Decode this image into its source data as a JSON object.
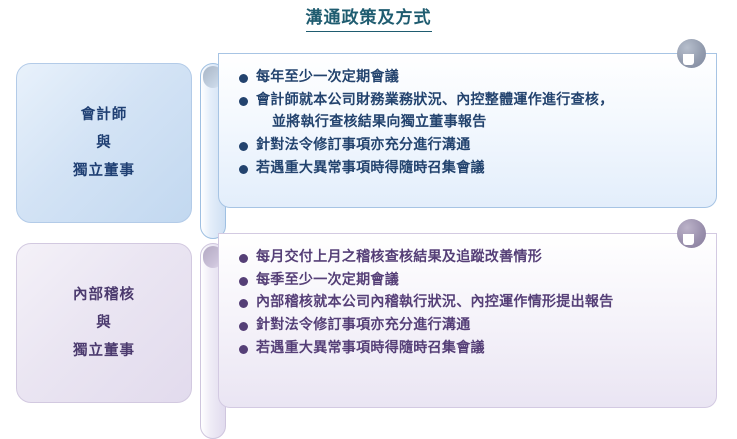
{
  "title": "溝通政策及方式",
  "theme": {
    "title_color": "#1f5c70",
    "row1_text_color": "#23436e",
    "row1_border_color": "#a7c4e4",
    "row2_text_color": "#553f77",
    "row2_border_color": "#d3cae2",
    "pin_color": "#939cae"
  },
  "rows": [
    {
      "label": {
        "line1": "會計師",
        "line2": "與",
        "line3": "獨立董事"
      },
      "bullets": [
        {
          "text": "每年至少一次定期會議",
          "continuation": ""
        },
        {
          "text": "會計師就本公司財務業務狀況、內控整體運作進行查核，",
          "continuation": "並將執行查核結果向獨立董事報告"
        },
        {
          "text": "針對法令修訂事項亦充分進行溝通",
          "continuation": ""
        },
        {
          "text": "若遇重大異常事項時得隨時召集會議",
          "continuation": ""
        }
      ]
    },
    {
      "label": {
        "line1": "內部稽核",
        "line2": "與",
        "line3": "獨立董事"
      },
      "bullets": [
        {
          "text": "每月交付上月之稽核查核結果及追蹤改善情形",
          "continuation": ""
        },
        {
          "text": "每季至少一次定期會議",
          "continuation": ""
        },
        {
          "text": "內部稽核就本公司內稽執行狀況、內控運作情形提出報告",
          "continuation": ""
        },
        {
          "text": "針對法令修訂事項亦充分進行溝通",
          "continuation": ""
        },
        {
          "text": "若遇重大異常事項時得隨時召集會議",
          "continuation": ""
        }
      ]
    }
  ]
}
